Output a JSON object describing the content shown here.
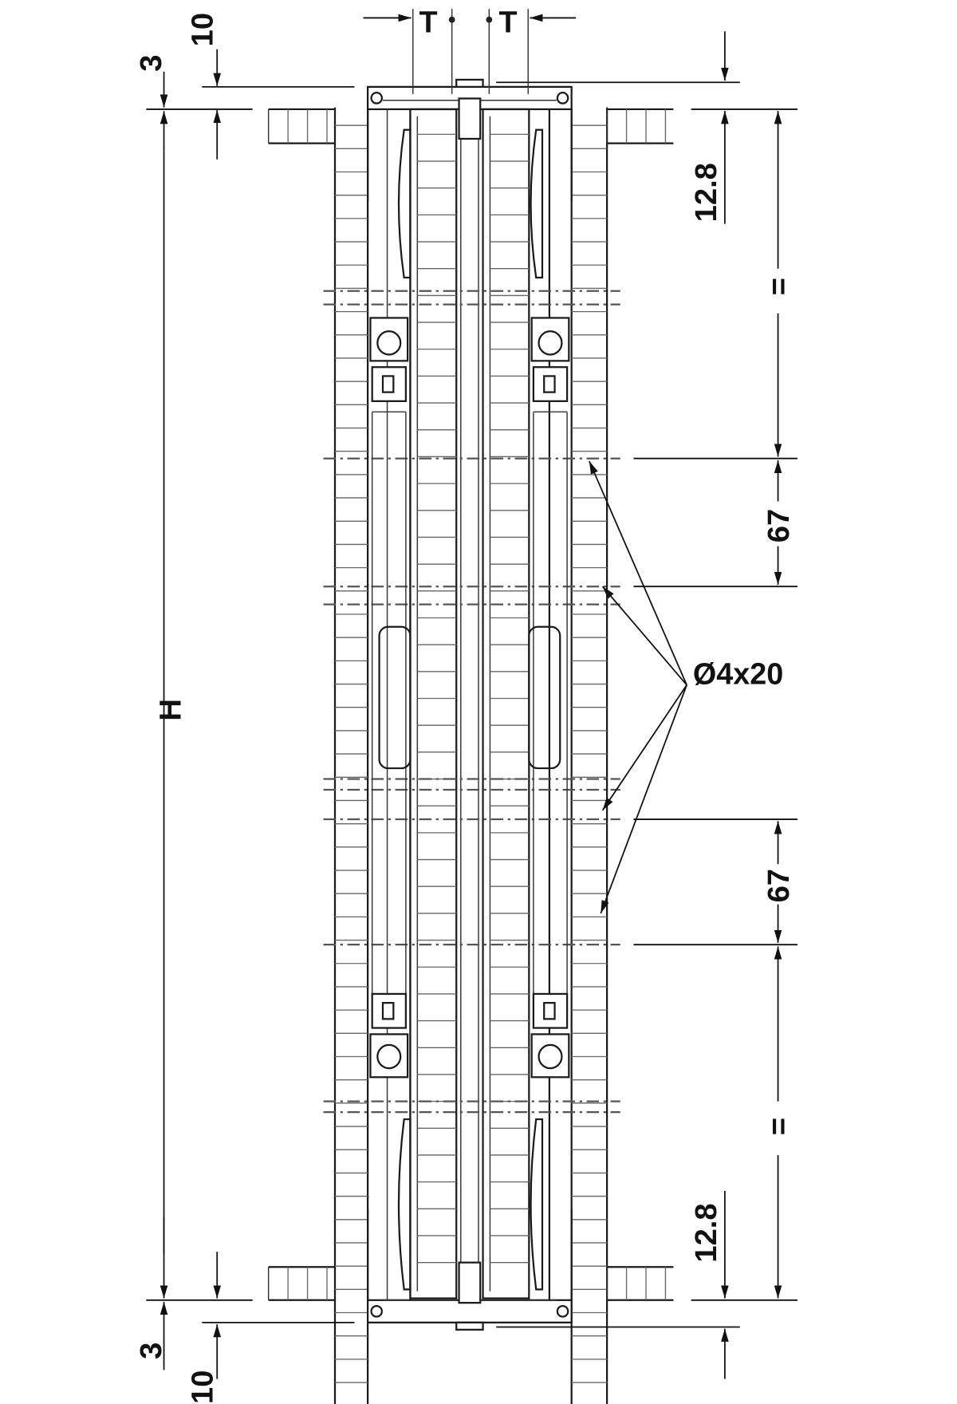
{
  "diagram": {
    "labels": {
      "t_left": "T",
      "t_right": "T",
      "top_10": "10",
      "top_3": "3",
      "bottom_3": "3",
      "bottom_10": "10",
      "height": "H",
      "top_12_8": "12.8",
      "bottom_12_8": "12.8",
      "equal_top": "=",
      "equal_bottom": "=",
      "spacing_67_top": "67",
      "spacing_67_bottom": "67",
      "screw": "Ø4x20"
    }
  }
}
